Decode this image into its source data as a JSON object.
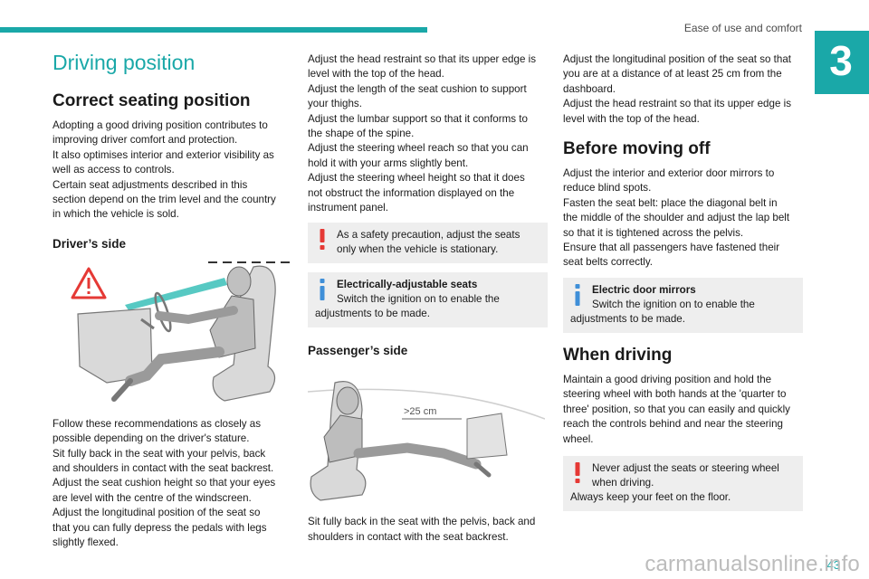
{
  "header": {
    "title": "Ease of use and comfort",
    "chapter": "3"
  },
  "footer": {
    "page": "43",
    "watermark": "carmanualsonline.info"
  },
  "col1": {
    "section_title": "Driving position",
    "heading": "Correct seating position",
    "intro": [
      "Adopting a good driving position contributes to",
      "improving driver comfort and protection.",
      "It also optimises interior and exterior visibility as",
      "well as access to controls.",
      "Certain seat adjustments described in this",
      "section depend on the trim level and the country",
      "in which the vehicle is sold."
    ],
    "drivers_side": "Driver’s side",
    "recommendations": [
      "Follow these recommendations as closely as",
      "possible depending on the driver's stature.",
      "Sit fully back in the seat with your pelvis, back",
      "and shoulders in contact with the seat backrest.",
      "Adjust the seat cushion height so that your eyes",
      "are level with the centre of the windscreen.",
      "Adjust the longitudinal position of the seat so",
      "that you can fully depress the pedals with legs",
      "slightly flexed."
    ]
  },
  "col2": {
    "adjust": [
      "Adjust the head restraint so that its upper edge is",
      "level with the top of the head.",
      "Adjust the length of the seat cushion to support",
      "your thighs.",
      "Adjust the lumbar support so that it conforms to",
      "the shape of the spine.",
      "Adjust the steering wheel reach so that you can",
      "hold it with your arms slightly bent.",
      "Adjust the steering wheel height so that it does",
      "not obstruct the information displayed on the",
      "instrument panel."
    ],
    "warning_lines": [
      "As a safety precaution, adjust the seats",
      "only when the vehicle is stationary."
    ],
    "info_title": "Electrically-adjustable seats",
    "info_line1": "Switch the ignition on to enable the",
    "info_line2": "adjustments to be made.",
    "passengers_side": "Passenger’s side",
    "distance_label": ">25 cm",
    "passenger_text": [
      "Sit fully back in the seat with the pelvis, back and",
      "shoulders in contact with the seat backrest."
    ]
  },
  "col3": {
    "intro": [
      "Adjust the longitudinal position of the seat so that",
      "you are at a distance of at least 25 cm from the",
      "dashboard.",
      "Adjust the head restraint so that its upper edge is",
      "level with the top of the head."
    ],
    "before_heading": "Before moving off",
    "before_text": [
      "Adjust the interior and exterior door mirrors to",
      "reduce blind spots.",
      "Fasten the seat belt: place the diagonal belt in",
      "the middle of the shoulder and adjust the lap belt",
      "so that it is tightened across the pelvis.",
      "Ensure that all passengers have fastened their",
      "seat belts correctly."
    ],
    "info_title": "Electric door mirrors",
    "info_line1": "Switch the ignition on to enable the",
    "info_line2": "adjustments to be made.",
    "when_heading": "When driving",
    "when_text": [
      "Maintain a good driving position and hold the",
      "steering wheel with both hands at the 'quarter to",
      "three' position, so that you can easily and quickly",
      "reach the controls behind and near the steering",
      "wheel."
    ],
    "warning_line1": "Never adjust the seats or steering wheel",
    "warning_line2": "when driving.",
    "warning_line3": "Always keep your feet on the floor."
  },
  "colors": {
    "accent": "#1aa8a8",
    "warning": "#e53935",
    "info": "#3f8fd8"
  }
}
